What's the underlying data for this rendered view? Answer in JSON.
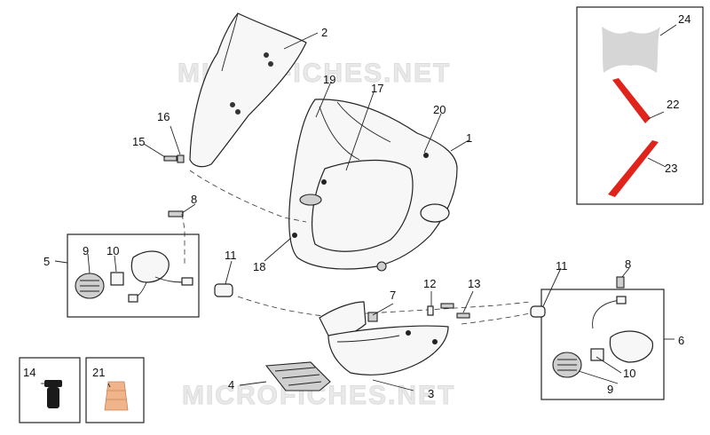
{
  "watermark": "MICROFICHES.NET",
  "callouts": {
    "c1": "1",
    "c2": "2",
    "c3": "3",
    "c4": "4",
    "c5": "5",
    "c6": "6",
    "c7": "7",
    "c8a": "8",
    "c8b": "8",
    "c9a": "9",
    "c9b": "9",
    "c10a": "10",
    "c10b": "10",
    "c11a": "11",
    "c11b": "11",
    "c12": "12",
    "c13": "13",
    "c14": "14",
    "c15": "15",
    "c16": "16",
    "c17": "17",
    "c18": "18",
    "c19": "19",
    "c20": "20",
    "c21": "21",
    "c22": "22",
    "c23": "23",
    "c24": "24"
  },
  "colors": {
    "decal_red": "#e0241b",
    "cap_black": "#1a1a1a",
    "anchor_tan": "#f0b48a",
    "pad_gray": "#cfcfcf"
  }
}
